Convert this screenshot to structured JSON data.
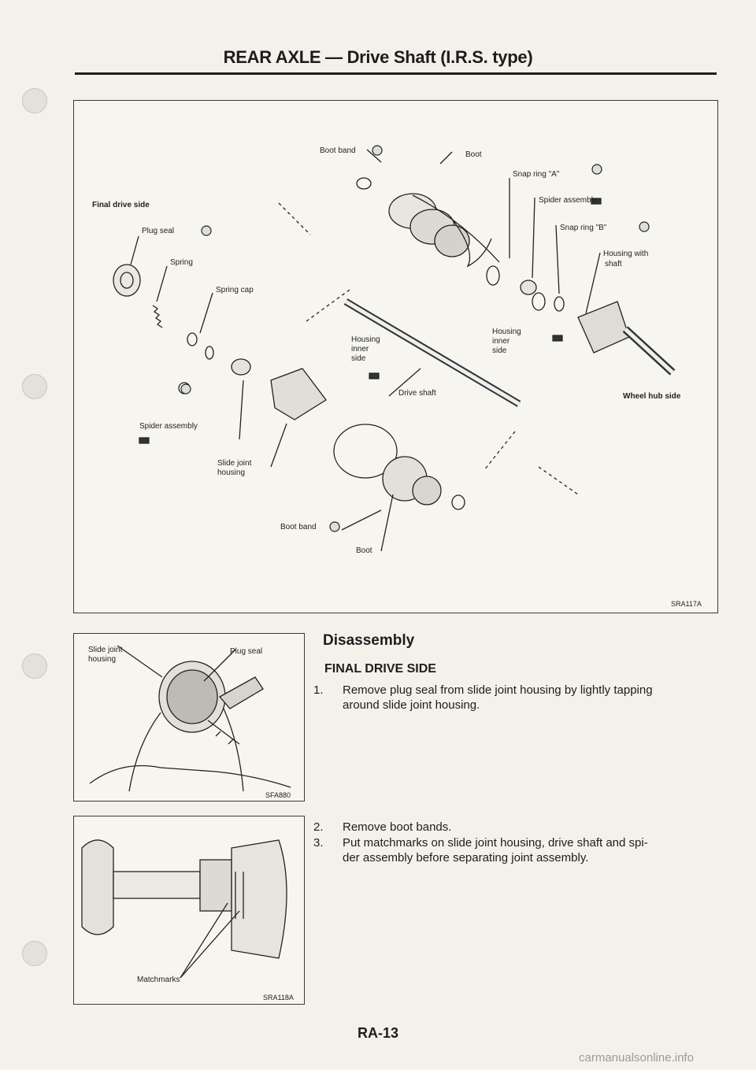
{
  "header": {
    "title": "REAR AXLE — Drive Shaft (I.R.S. type)"
  },
  "figure1": {
    "code": "SRA117A",
    "labels": {
      "final_drive_side": "Final drive side",
      "boot_band_top": "Boot band",
      "boot_top": "Boot",
      "snap_ring_a": "Snap ring \"A\"",
      "spider_assembly_right": "Spider assembly",
      "snap_ring_b": "Snap ring \"B\"",
      "housing_with_shaft_1": "Housing with",
      "housing_with_shaft_2": "shaft",
      "plug_seal": "Plug seal",
      "spring": "Spring",
      "spring_cap": "Spring cap",
      "housing_inner_side_1": "Housing",
      "housing_inner_side_2": "inner",
      "housing_inner_side_3": "side",
      "housing_inner_right_1": "Housing",
      "housing_inner_right_2": "inner",
      "housing_inner_right_3": "side",
      "drive_shaft": "Drive shaft",
      "wheel_hub_side": "Wheel hub side",
      "spider_assembly_left": "Spider assembly",
      "slide_joint_housing_1": "Slide joint",
      "slide_joint_housing_2": "housing",
      "boot_band_bottom": "Boot band",
      "boot_bottom": "Boot"
    }
  },
  "figure2": {
    "code": "SFA880",
    "labels": {
      "slide_joint_housing_1": "Slide joint",
      "slide_joint_housing_2": "housing",
      "plug_seal": "Plug seal"
    }
  },
  "figure3": {
    "code": "SRA118A",
    "labels": {
      "matchmarks": "Matchmarks"
    }
  },
  "body": {
    "heading": "Disassembly",
    "subheading": "FINAL DRIVE SIDE",
    "steps": [
      {
        "num": "1.",
        "line1": "Remove plug seal from slide joint housing by lightly tapping",
        "line2": "around slide joint housing."
      },
      {
        "num": "2.",
        "line1": "Remove boot bands.",
        "line2": ""
      },
      {
        "num": "3.",
        "line1": "Put matchmarks on slide joint housing, drive shaft and spi-",
        "line2": "der assembly before separating joint assembly."
      }
    ]
  },
  "footer": {
    "page_number": "RA-13",
    "watermark": "carmanualsonline.info"
  }
}
